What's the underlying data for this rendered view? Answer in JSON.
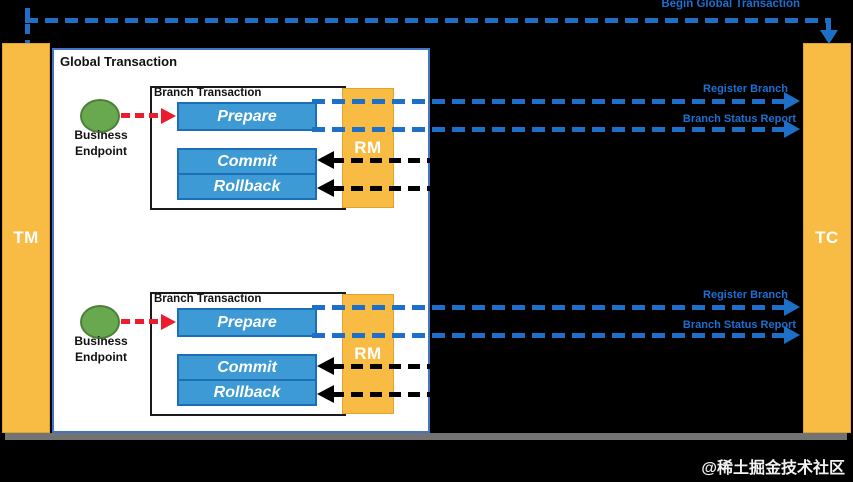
{
  "diagram": {
    "title_context": "Distributed transaction coordination diagram",
    "tm_label": "TM",
    "tc_label": "TC",
    "global_transaction_label": "Global Transaction",
    "begin_global_transaction_label": "Begin Global Transaction",
    "branches": [
      {
        "branch_label": "Branch Transaction",
        "rm_label": "RM",
        "prepare_label": "Prepare",
        "commit_label": "Commit",
        "rollback_label": "Rollback",
        "business_endpoint_label": "Business Endpoint",
        "register_branch_label": "Register Branch",
        "branch_status_report_label": "Branch Status Report"
      },
      {
        "branch_label": "Branch Transaction",
        "rm_label": "RM",
        "prepare_label": "Prepare",
        "commit_label": "Commit",
        "rollback_label": "Rollback",
        "business_endpoint_label": "Business Endpoint",
        "register_branch_label": "Register Branch",
        "branch_status_report_label": "Branch Status Report"
      }
    ],
    "watermark": "@稀土掘金技术社区",
    "colors": {
      "background": "#000000",
      "component_orange": "#F8BB43",
      "action_box_blue": "#3D9AD4",
      "action_box_border": "#1C6FB7",
      "endpoint_green": "#68A94F",
      "global_box_border": "#4472C4",
      "message_blue": "#1E6FC8",
      "invoke_red": "#EC1B2D",
      "callback_black": "#000000"
    }
  }
}
